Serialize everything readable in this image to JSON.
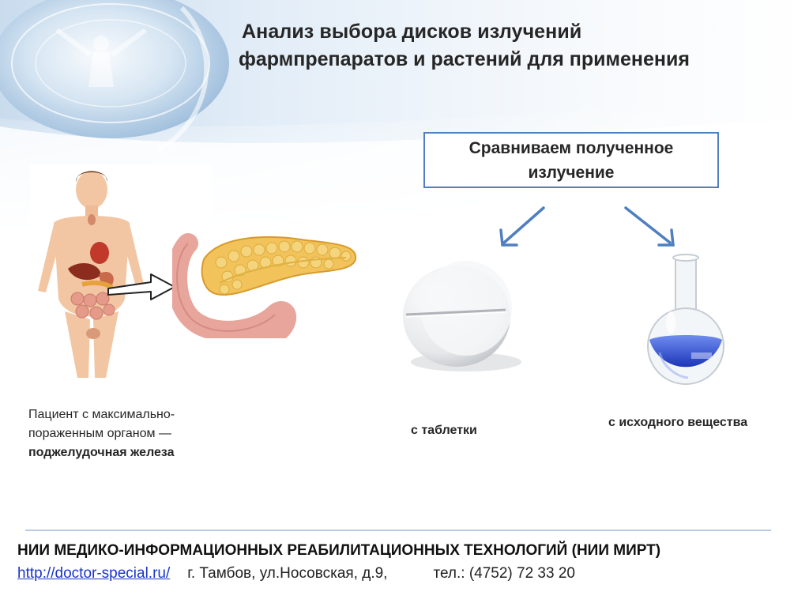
{
  "header": {
    "title_line1": "Анализ выбора дисков излучений",
    "title_line2": "фармпрепаратов и растений для применения"
  },
  "compare_box": {
    "text": "Сравниваем полученное излучение"
  },
  "captions": {
    "patient": "Пациент с максимально-пораженным органом —",
    "organ": "поджелудочная железа",
    "tablet": "с таблетки",
    "substance": "с исходного вещества"
  },
  "footer": {
    "organization": "НИИ МЕДИКО-ИНФОРМАЦИОННЫХ РЕАБИЛИТАЦИОННЫХ ТЕХНОЛОГИЙ (НИИ МИРТ)",
    "website": "http://doctor-special.ru/",
    "address": "г. Тамбов, ул.Носовская, д.9,",
    "phone": "тел.: (4752) 72 33 20"
  },
  "colors": {
    "accent_blue": "#4f7fbf",
    "link": "#1a36c9",
    "liquid": "#2f4fd8"
  }
}
